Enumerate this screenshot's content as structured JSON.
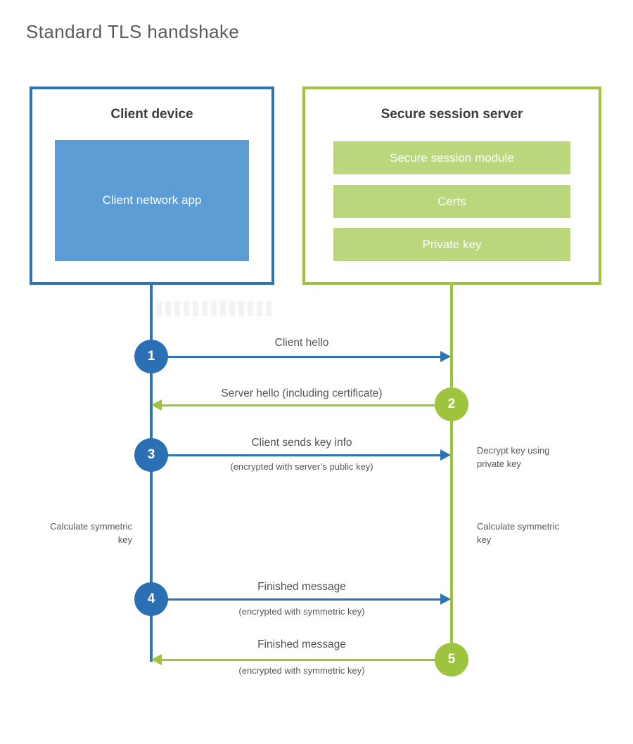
{
  "title": "Standard TLS handshake",
  "colors": {
    "blue_border": "#2e74b5",
    "blue_fill": "#5e9cd6",
    "green_border": "#9ec43e",
    "green_fill": "#bad77e",
    "heading_text": "#3b3b3b",
    "label_text": "#545454"
  },
  "client": {
    "title": "Client device",
    "app_label": "Client network app"
  },
  "server": {
    "title": "Secure session server",
    "modules": [
      "Secure session module",
      "Certs",
      "Private key"
    ]
  },
  "steps": [
    {
      "num": "1",
      "label": "Client hello",
      "direction": "right"
    },
    {
      "num": "2",
      "label": "Server hello (including certificate)",
      "direction": "left"
    },
    {
      "num": "3",
      "label": "Client sends key info",
      "sublabel": "(encrypted with server’s public key)",
      "direction": "right"
    },
    {
      "num": "4",
      "label": "Finished message",
      "sublabel": "(encrypted with symmetric key)",
      "direction": "right"
    },
    {
      "num": "5",
      "label": "Finished message",
      "sublabel": "(encrypted with symmetric key)",
      "direction": "left"
    }
  ],
  "notes": {
    "decrypt_right": "Decrypt key using private key",
    "calculate_left": "Calculate symmetric key",
    "calculate_right": "Calculate symmetric key"
  }
}
